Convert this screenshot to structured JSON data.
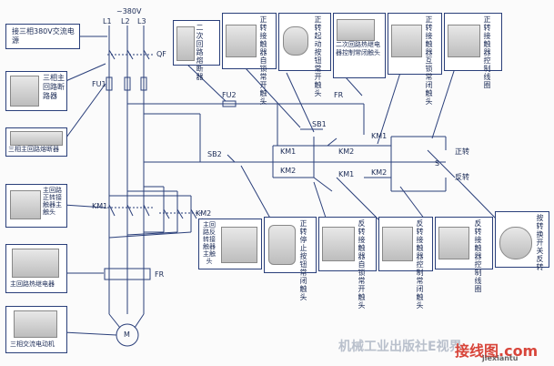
{
  "supply": {
    "voltage": "~380V",
    "phases": [
      "L1",
      "L2",
      "L3"
    ],
    "breaker_tag": "QF"
  },
  "labels": {
    "connect_3phase": "接三相380V交流电源",
    "main_breaker": "三相主回路断路器",
    "fuse_3ph": "三相主回路熔断器",
    "fwd_contactor_main": "主回路正转接触器主触头",
    "thermal_relay": "主回路热继电器",
    "motor": "三相交流电动机",
    "aux_breaker": "二次回路熔断器",
    "fwd_contactor_self": "正转接触器自锁常开触头",
    "start_button": "正转起动按钮常开触头",
    "thermal_nc": "二次回路热继电器控制常闭触头",
    "fwd_interlock": "正转接触器互锁常闭触头",
    "fwd_coil": "正转接触器控制线圈",
    "rev_contactor_main": "主回路反转接触器主触头",
    "fwd_stop": "正转停止按钮常闭触头",
    "rev_self": "反转接触器自锁常开触头",
    "rev_interlock": "反转接触器控制常闭触头",
    "rev_coil": "反转接触器控制线圈",
    "selector": "按转换开关反转"
  },
  "tags": {
    "fu1": "FU1",
    "fu2": "FU2",
    "km1": "KM1",
    "km2": "KM2",
    "fr": "FR",
    "fr2": "FR",
    "sb1": "SB1",
    "sb2": "SB2",
    "s": "S",
    "motor": "M"
  },
  "tags_ctrl": {
    "km1a": "KM1",
    "km2a": "KM2",
    "km2b": "KM2",
    "km1b": "KM1",
    "km1c": "KM1",
    "km2c": "KM2"
  },
  "states": {
    "fwd": "正转",
    "rev": "反转"
  },
  "watermark": {
    "text": "机械工业出版社E视界",
    "site": "接线图.com",
    "site_url": "jiexiantu"
  }
}
